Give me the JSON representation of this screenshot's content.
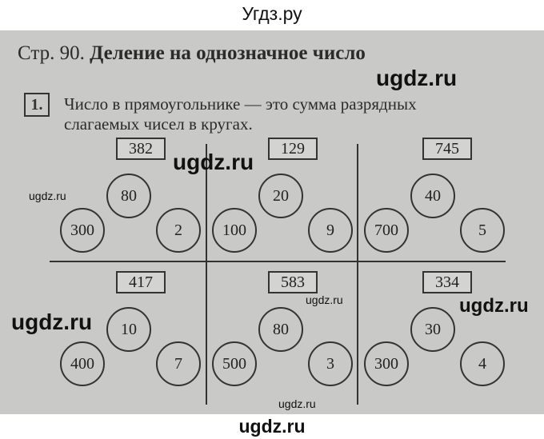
{
  "site_title": "Угдз.ру",
  "footer_watermark": "ugdz.ru",
  "heading": {
    "page": "Стр. 90.",
    "title": "Деление на однозначное число"
  },
  "task": {
    "number": "1.",
    "line1": "Число в прямоугольнике — это сумма разрядных",
    "line2": "слагаемых чисел в кругах."
  },
  "watermarks": [
    "ugdz.ru",
    "ugdz.ru",
    "ugdz.ru",
    "ugdz.ru",
    "ugdz.ru",
    "ugdz.ru",
    "ugdz.ru"
  ],
  "cells": [
    {
      "sum": "382",
      "circles": [
        "80",
        "300",
        "2"
      ]
    },
    {
      "sum": "129",
      "circles": [
        "20",
        "100",
        "9"
      ]
    },
    {
      "sum": "745",
      "circles": [
        "40",
        "700",
        "5"
      ]
    },
    {
      "sum": "417",
      "circles": [
        "10",
        "400",
        "7"
      ]
    },
    {
      "sum": "583",
      "circles": [
        "80",
        "500",
        "3"
      ]
    },
    {
      "sum": "334",
      "circles": [
        "30",
        "300",
        "4"
      ]
    }
  ]
}
